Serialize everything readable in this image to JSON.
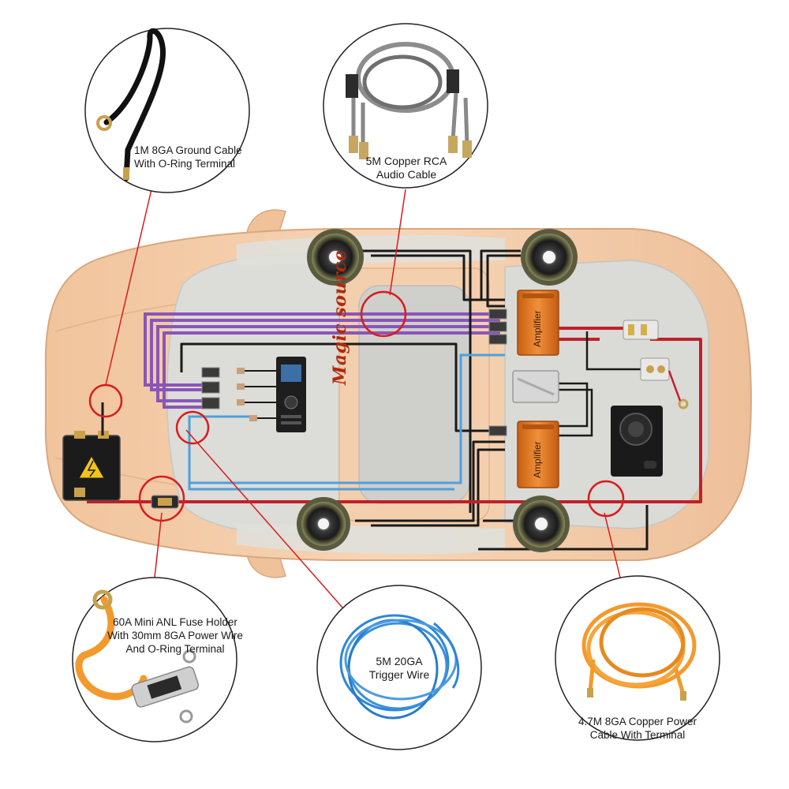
{
  "brand": {
    "name": "Magic source"
  },
  "amplifiers": [
    {
      "label": "Amplifier"
    },
    {
      "label": "Amplifier"
    }
  ],
  "callouts": [
    {
      "id": "ground-cable",
      "lines": [
        "1M 8GA Ground Cable",
        "With O-Ring Terminal"
      ]
    },
    {
      "id": "rca-cable",
      "lines": [
        "5M Copper RCA",
        "Audio Cable"
      ]
    },
    {
      "id": "fuse-holder",
      "lines": [
        "60A Mini ANL Fuse Holder",
        "With 30mm 8GA Power Wire",
        "And O-Ring Terminal"
      ]
    },
    {
      "id": "trigger-wire",
      "lines": [
        "5M 20GA",
        "Trigger Wire"
      ]
    },
    {
      "id": "power-cable",
      "lines": [
        "4.7M 8GA Copper Power",
        "Cable With Terminal"
      ]
    }
  ],
  "colors": {
    "car_body": "#f3c9a3",
    "car_glass": "#d9d9d6",
    "rca_wire": "#8a55b8",
    "trigger_wire": "#4ea0dc",
    "power_wire": "#c0202a",
    "speaker_wire": "#1a1a1a",
    "amplifier": "#e07a26",
    "callout_ring": "#d91c1c",
    "orange_cable": "#f39a2c",
    "blue_cable": "#2f86d6"
  }
}
